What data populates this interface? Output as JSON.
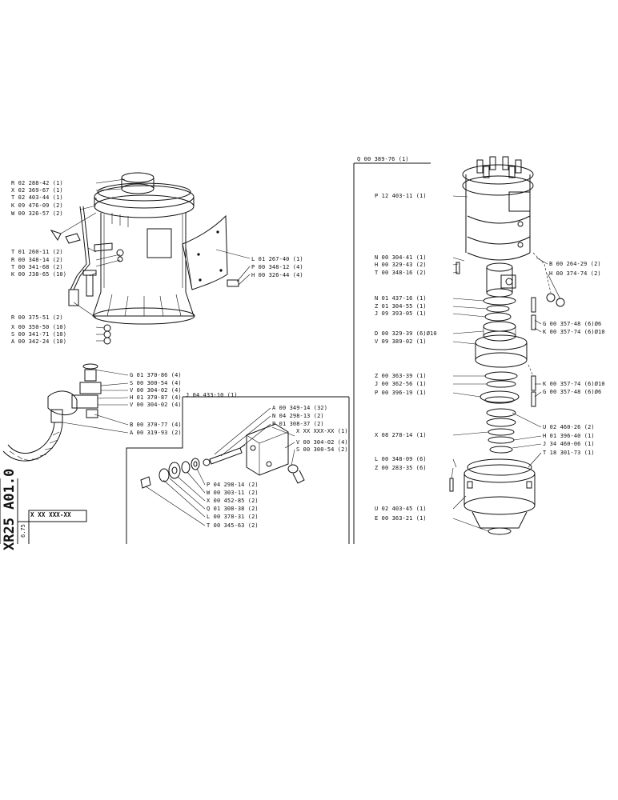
{
  "sheet": {
    "code": "XR25 A01.0",
    "date": "6.75",
    "ref": "X XX XXX-XX"
  },
  "frames": {
    "right": "Q 00 389-76 (1)",
    "middle": "J 04 433-10 (1)"
  },
  "labels": {
    "tl": [
      "R 02 288-42 (1)",
      "X 02 369-67 (1)",
      "T 02 403-44 (1)",
      "K 09 476-09 (2)",
      "W 00 326-57 (2)"
    ],
    "tl2": [
      "T 01 260-11 (2)",
      "R 00 348-14 (2)",
      "T 00 341-68 (2)",
      "K 00 J38-65 (10)"
    ],
    "tl3": [
      "R 00 375-51 (2)",
      "X 00 350-50 (10)",
      "S 00 341-71 (10)",
      "A 00 342-24 (10)"
    ],
    "tr_left": [
      "L 01 267-40 (1)",
      "P 00 348-12 (4)",
      "H 00 326-44 (4)"
    ],
    "ml": [
      "G 01 370-86 (4)",
      "S 00 300-54 (4)",
      "V 00 304-02 (4)",
      "H 01 370-87 (4)",
      "V 00 304-02 (4)"
    ],
    "ml2": [
      "B 00 370-77 (4)",
      "A 00 319-93 (2)"
    ],
    "mid_top": [
      "A 00 349-14 (32)",
      "N 04 298-13 (2)",
      "P 01 308-37 (2)",
      "X XX XXX-XX (1)",
      "V 00 304-02 (4)",
      "S 00 300-54 (2)"
    ],
    "mid_bot": [
      "P 04 298-14 (2)",
      "W 00 303-11 (2)",
      "X 00 452-85 (2)",
      "Q 01 308-38 (2)",
      "L 00 378-31 (2)",
      "T 00 345-63 (2)"
    ],
    "r_main": [
      "P 12 403-11 (1)"
    ],
    "r_left": [
      "N 00 304-41 (1)",
      "H 00 329-43 (2)",
      "T 00 348-16 (2)",
      "N 01 437-16 (1)",
      "Z 01 304-55 (1)",
      "J 09 393-05 (1)",
      "D 00 329-39 (6)Ø10",
      "V 09 389-02 (1)"
    ],
    "r_right": [
      "B 00 264-29 (2)",
      "H 00 374-74 (2)",
      "G 00 357-48 (6)Ø6",
      "K 00 357-74 (6)Ø10"
    ],
    "r_left2": [
      "Z 00 363-39 (1)",
      "J 00 362-56 (1)",
      "P 00 396-19 (1)"
    ],
    "r_right2": [
      "K 00 357-74 (6)Ø10",
      "G 00 357-48 (6)Ø6"
    ],
    "r_right3": [
      "U 02 460-26 (2)",
      "H 01 396-40 (1)",
      "J 34 460-06 (1)",
      "T 18 301-73 (1)"
    ],
    "r_left3": [
      "X 08 278-14 (1)",
      "L 00 348-09 (6)",
      "Z 00 283-35 (6)"
    ],
    "r_left4": [
      "U 02 403-45 (1)",
      "E 00 363-21 (1)"
    ]
  }
}
